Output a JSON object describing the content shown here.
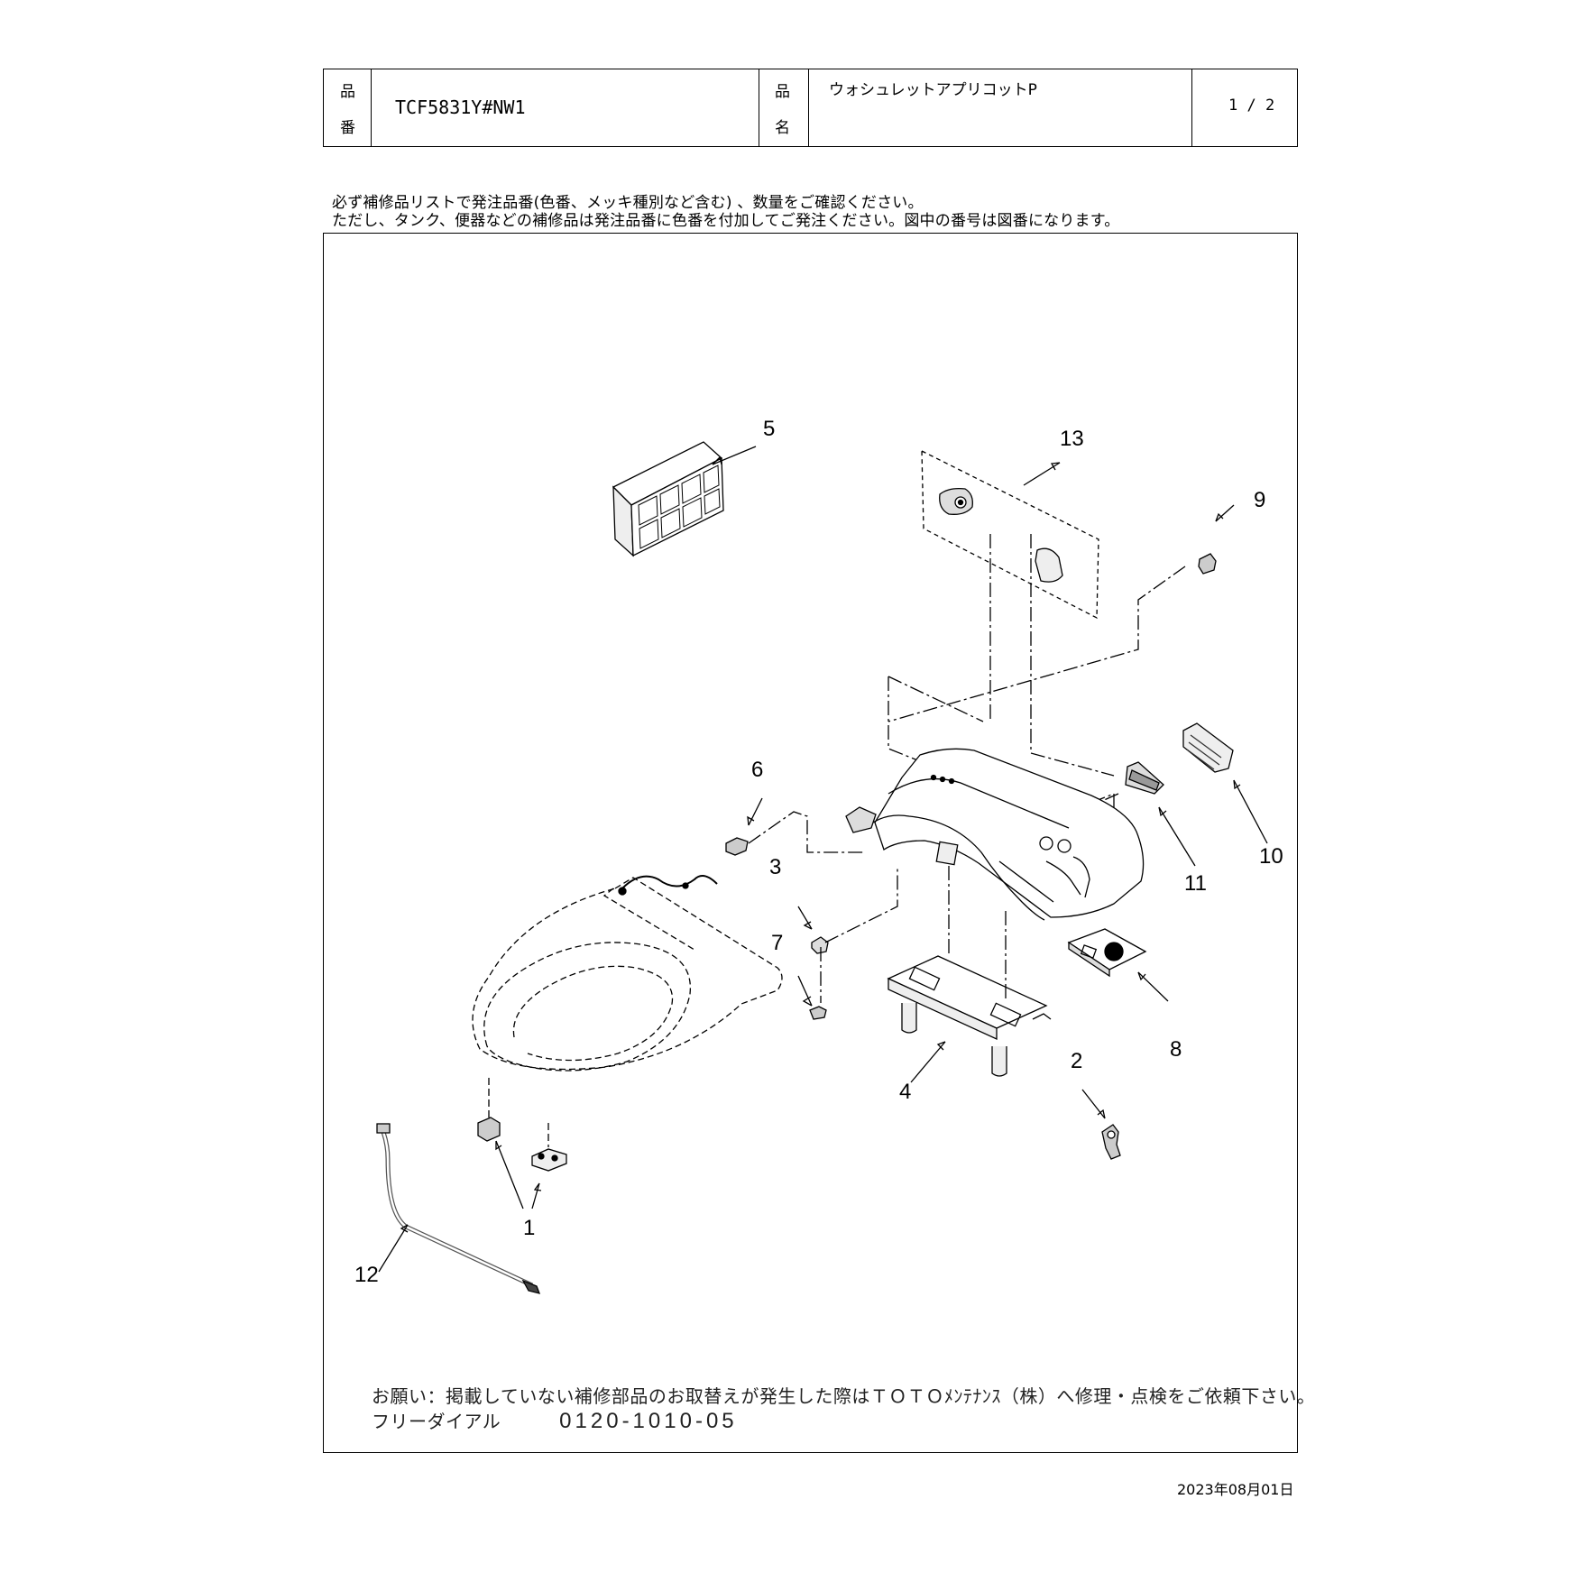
{
  "header": {
    "part_number_label_1": "品",
    "part_number_label_2": "番",
    "part_number": "TCF5831Y#NW1",
    "product_name_label_1": "品",
    "product_name_label_2": "名",
    "product_name": "ウォシュレットアプリコットP",
    "page": "1 / 2"
  },
  "notes": {
    "line1": "必ず補修品リストで発注品番(色番、メッキ種別など含む) 、数量をご確認ください。",
    "line2": "ただし、タンク、便器などの補修品は発注品番に色番を付加してご発注ください。図中の番号は図番になります。"
  },
  "diagram": {
    "callouts": [
      "1",
      "2",
      "3",
      "4",
      "5",
      "6",
      "7",
      "8",
      "9",
      "10",
      "11",
      "12",
      "13"
    ]
  },
  "footer": {
    "request": "お願い：掲載していない補修部品のお取替えが発生した際はＴＯＴＯﾒﾝﾃﾅﾝｽ（株）へ修理・点検をご依頼下さい。",
    "freedial_label": "フリーダイアル",
    "freedial_number": "0120-1010-05",
    "date": "2023年08月01日"
  }
}
